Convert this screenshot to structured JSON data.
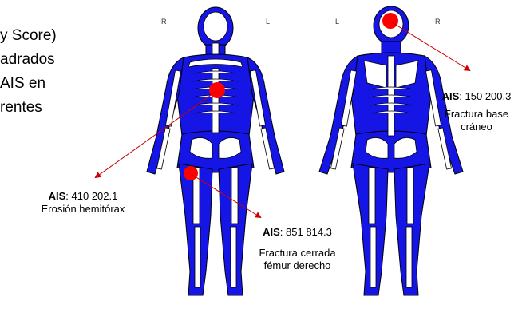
{
  "left_text": {
    "lines": [
      "y Score)",
      "adrados",
      "AIS en",
      "rentes"
    ]
  },
  "orientation": {
    "front_left": "R",
    "front_right": "L",
    "back_left": "L",
    "back_right": "R"
  },
  "colors": {
    "body_blue": "#1515e6",
    "bone": "#ffffff",
    "marker": "#ff0000",
    "arrow": "#cc0000"
  },
  "annotations": [
    {
      "id": "thorax",
      "code_label": "AIS",
      "code_value": ": 410 202.1",
      "description": "Erosión hemitórax"
    },
    {
      "id": "femur",
      "code_label": "AIS",
      "code_value": ": 851 814.3",
      "description_line1": "Fractura cerrada",
      "description_line2": "fémur derecho"
    },
    {
      "id": "skull",
      "code_label": "AIS",
      "code_value": ": 150 200.3",
      "description_line1": "Fractura base",
      "description_line2": "cráneo"
    }
  ]
}
